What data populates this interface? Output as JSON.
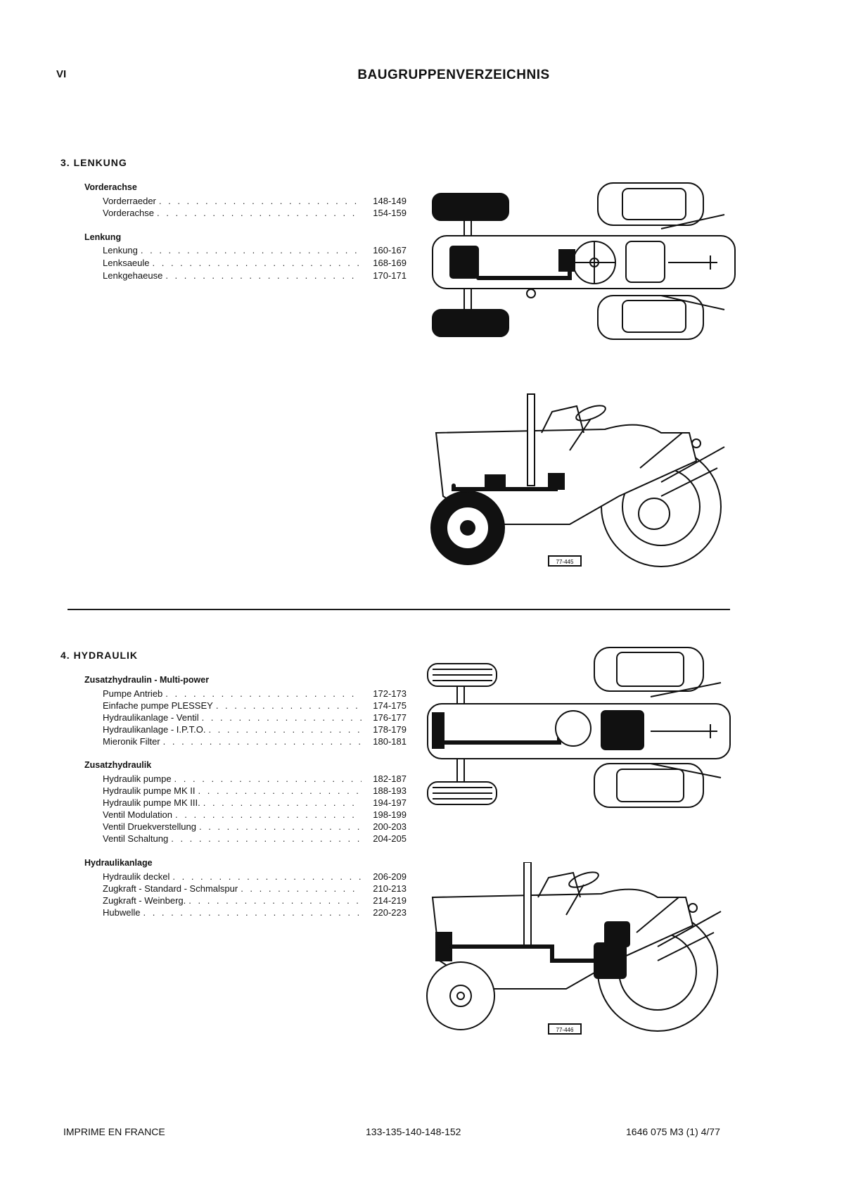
{
  "header": {
    "page_number": "VI",
    "title": "BAUGRUPPENVERZEICHNIS"
  },
  "sections": [
    {
      "heading": "3. LENKUNG",
      "groups": [
        {
          "name": "Vorderachse",
          "items": [
            {
              "label": "Vorderraeder",
              "pages": "148-149"
            },
            {
              "label": "Vorderachse",
              "pages": "154-159"
            }
          ]
        },
        {
          "name": "Lenkung",
          "items": [
            {
              "label": "Lenkung",
              "pages": "160-167"
            },
            {
              "label": "Lenksaeule",
              "pages": "168-169"
            },
            {
              "label": "Lenkgehaeuse",
              "pages": "170-171"
            }
          ]
        }
      ],
      "figure_label": "77-445"
    },
    {
      "heading": "4. HYDRAULIK",
      "groups": [
        {
          "name": "Zusatzhydraulin - Multi-power",
          "items": [
            {
              "label": "Pumpe Antrieb",
              "pages": "172-173"
            },
            {
              "label": "Einfache pumpe PLESSEY",
              "pages": "174-175"
            },
            {
              "label": "Hydraulikanlage - Ventil",
              "pages": "176-177"
            },
            {
              "label": "Hydraulikanlage - I.P.T.O.",
              "pages": "178-179"
            },
            {
              "label": "Mieronik Filter",
              "pages": "180-181"
            }
          ]
        },
        {
          "name": "Zusatzhydraulik",
          "items": [
            {
              "label": "Hydraulik pumpe",
              "pages": "182-187"
            },
            {
              "label": "Hydraulik pumpe MK II",
              "pages": "188-193"
            },
            {
              "label": "Hydraulik pumpe MK III.",
              "pages": "194-197"
            },
            {
              "label": "Ventil Modulation",
              "pages": "198-199"
            },
            {
              "label": "Ventil Druekverstellung",
              "pages": "200-203"
            },
            {
              "label": "Ventil Schaltung",
              "pages": "204-205"
            }
          ]
        },
        {
          "name": "Hydraulikanlage",
          "items": [
            {
              "label": "Hydraulik deckel",
              "pages": "206-209"
            },
            {
              "label": "Zugkraft - Standard - Schmalspur",
              "pages": "210-213"
            },
            {
              "label": "Zugkraft - Weinberg.",
              "pages": "214-219"
            },
            {
              "label": "Hubwelle",
              "pages": "220-223"
            }
          ]
        }
      ],
      "figure_label": "77-446"
    }
  ],
  "footer": {
    "left": "IMPRIME EN FRANCE",
    "center": "133-135-140-148-152",
    "right": "1646 075 M3 (1) 4/77"
  }
}
